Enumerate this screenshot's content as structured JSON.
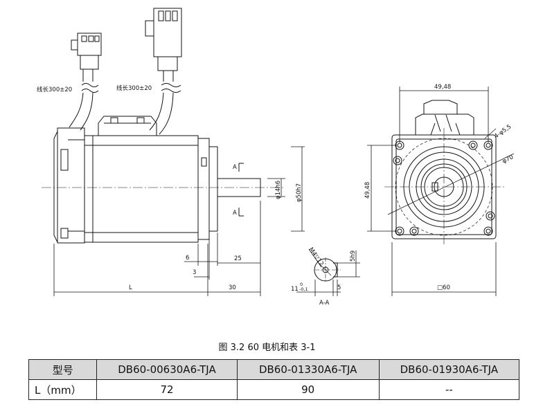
{
  "drawing": {
    "cable_length_left": "线长300±20",
    "cable_length_right": "线长300±20",
    "dim_width_top": "49,48",
    "dim_height_side": "49,48",
    "dim_holes": "4-φ5,5",
    "dim_circle": "φ70",
    "dim_square": "□60",
    "dim_shaft": "φ14h6",
    "dim_pilot": "φ50h7",
    "dim_length": "L",
    "dim_6": "6",
    "dim_3": "3",
    "dim_25": "25",
    "dim_30": "30",
    "dim_m4": "M4▽12",
    "dim_5h9": "5h9",
    "dim_11": "11",
    "dim_11_tol_upper": "0",
    "dim_11_tol_lower": "-0,1",
    "dim_5": "5",
    "section_label": "A-A",
    "section_mark_top": "A",
    "section_mark_bottom": "A"
  },
  "caption": "图 3.2    60 电机和表 3-1",
  "table": {
    "headers": [
      "型号",
      "DB60-00630A6-TJA",
      "DB60-01330A6-TJA",
      "DB60-01930A6-TJA"
    ],
    "rows": [
      [
        "L（mm）",
        "72",
        "90",
        "--"
      ]
    ]
  }
}
